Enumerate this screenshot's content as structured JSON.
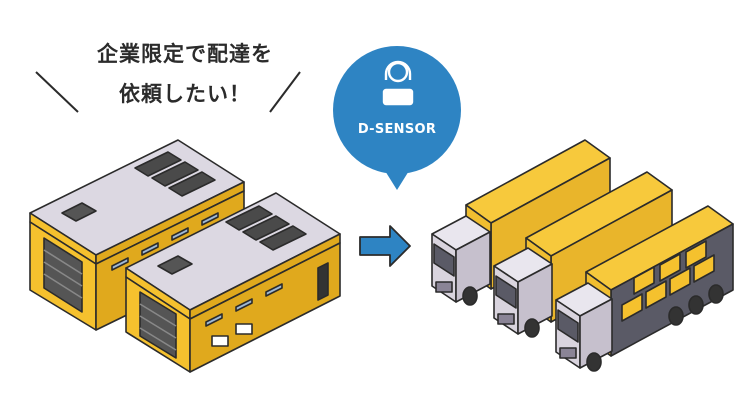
{
  "caption": {
    "line1": "企業限定で配達を",
    "line2": "依頼したい！"
  },
  "badge": {
    "label": "D-SENSOR",
    "icon": "headset-operator-icon"
  },
  "arrow_icon": "right-arrow-icon",
  "colors": {
    "building_yellow": "#F5C12E",
    "building_yellow_dark": "#E0A91D",
    "roof_gray": "#DCD8E2",
    "truck_cab": "#D9D4DE",
    "cargo_yellow": "#F7C93C",
    "badge_blue": "#2E84C3",
    "arrow_blue": "#2E84C3",
    "outline": "#2b2b2b"
  }
}
